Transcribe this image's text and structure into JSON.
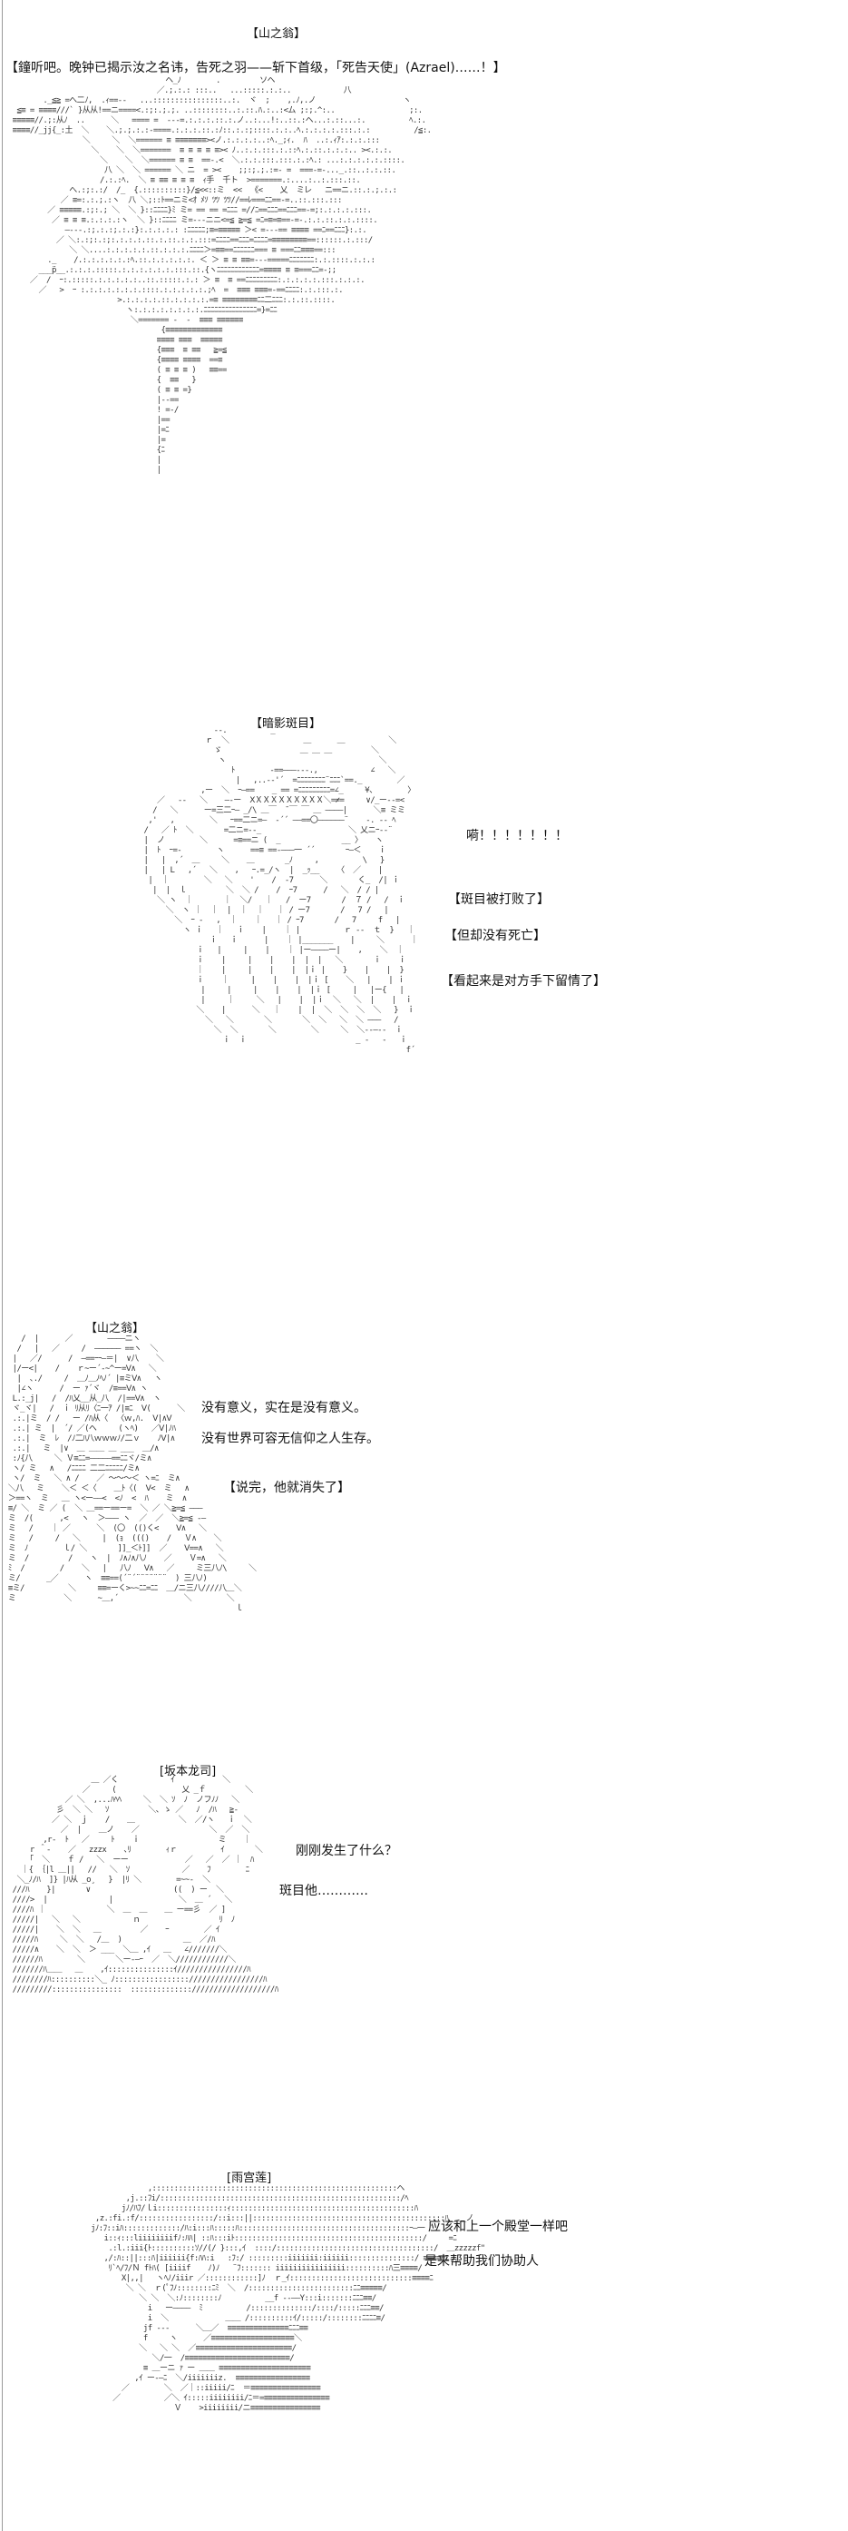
{
  "panels": [
    {
      "speaker": "【山之翁】",
      "lines": [
        "【鐘听吧。晚钟已揭示汝之名讳，告死之羽——斩下首级，「死告天使」(Azrael)……！】"
      ]
    },
    {
      "speaker": "【暗影斑目】",
      "lines": [
        "嗬！！！！！！！",
        "【斑目被打败了】",
        "【但却没有死亡】",
        "【看起来是对方手下留情了】"
      ]
    },
    {
      "speaker": "【山之翁】",
      "lines": [
        "没有意义，实在是没有意义。",
        "没有世界可容无信仰之人生存。",
        "【说完，他就消失了】"
      ]
    },
    {
      "speaker": "[坂本龙司]",
      "lines": [
        "刚刚发生了什么？",
        "斑目他…………"
      ]
    },
    {
      "speaker": "[雨宫莲]",
      "lines": [
        "应该和上一个殿堂一样吧",
        "是来帮助我们协助人"
      ]
    }
  ]
}
